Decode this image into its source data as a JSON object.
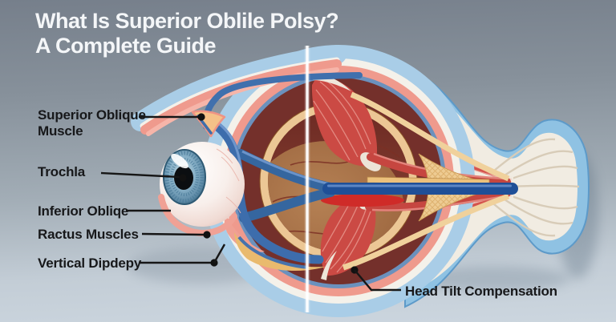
{
  "title": {
    "line1": "What Is Superior Oblile Polsy?",
    "line2": "A Complete Guide"
  },
  "callouts": [
    {
      "id": "superior-oblique-muscle",
      "text": "Superior Oblique Muscle"
    },
    {
      "id": "trochlea",
      "text": "Trochla"
    },
    {
      "id": "inferior-oblique",
      "text": "Inferior Obliqe"
    },
    {
      "id": "rectus-muscles",
      "text": "Ractus Muscles"
    },
    {
      "id": "vertical-diplopia",
      "text": "Vertical Dipdepy"
    },
    {
      "id": "head-tilt-compensation",
      "text": "Head Tilt Compensation"
    }
  ],
  "colors": {
    "background_top": "#767f8b",
    "background_bottom": "#ccd6df",
    "title_text": "#f4f6f8",
    "label_text": "#17181a",
    "pointer_line": "#161616",
    "outer_coat_blue": "#a9cde7",
    "muscle_red": "#cb4a44",
    "choroid_maroon": "#74302b",
    "tissue_salmon": "#ef9a8d",
    "fat_tan": "#ecc98f",
    "optic_nerve_blue": "#1f4f97",
    "iris_blue": "#86afc6",
    "divider_white": "#ffffff"
  }
}
